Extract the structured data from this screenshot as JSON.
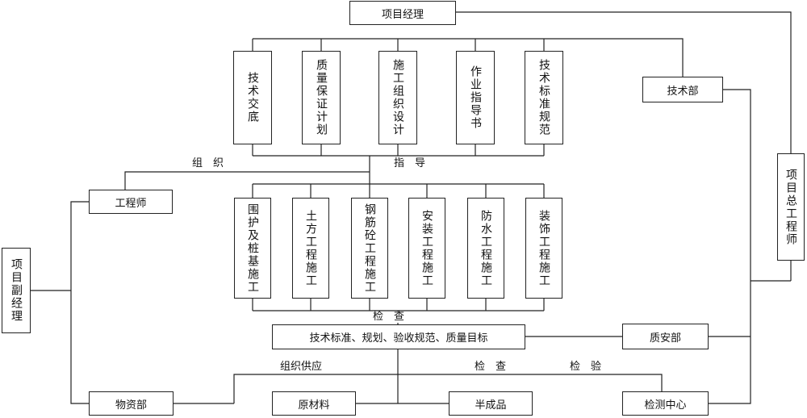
{
  "nodes": {
    "project_manager": "项目经理",
    "tech_dept": "技术部",
    "chief_engineer": "项目总工程师",
    "tech_docs": [
      "技术交底",
      "质量保证计划",
      "施工组织设计",
      "作业指导书",
      "技术标准规范"
    ],
    "engineer": "工程师",
    "deputy_manager": "项目副经理",
    "construction": [
      "围护及桩基施工",
      "土方工程施工",
      "钢筋砼工程施工",
      "安装工程施工",
      "防水工程施工",
      "装饰工程施工"
    ],
    "standards": "技术标准、规划、验收规范、质量目标",
    "quality_safety_dept": "质安部",
    "materials_dept": "物资部",
    "raw_materials": "原材料",
    "semi_finished": "半成品",
    "testing_center": "检测中心"
  },
  "labels": {
    "organize": "组　织",
    "guide": "指　导",
    "check_top": "检　查",
    "organize_supply": "组织供应",
    "check_bottom": "检　查",
    "inspect": "检　验"
  }
}
